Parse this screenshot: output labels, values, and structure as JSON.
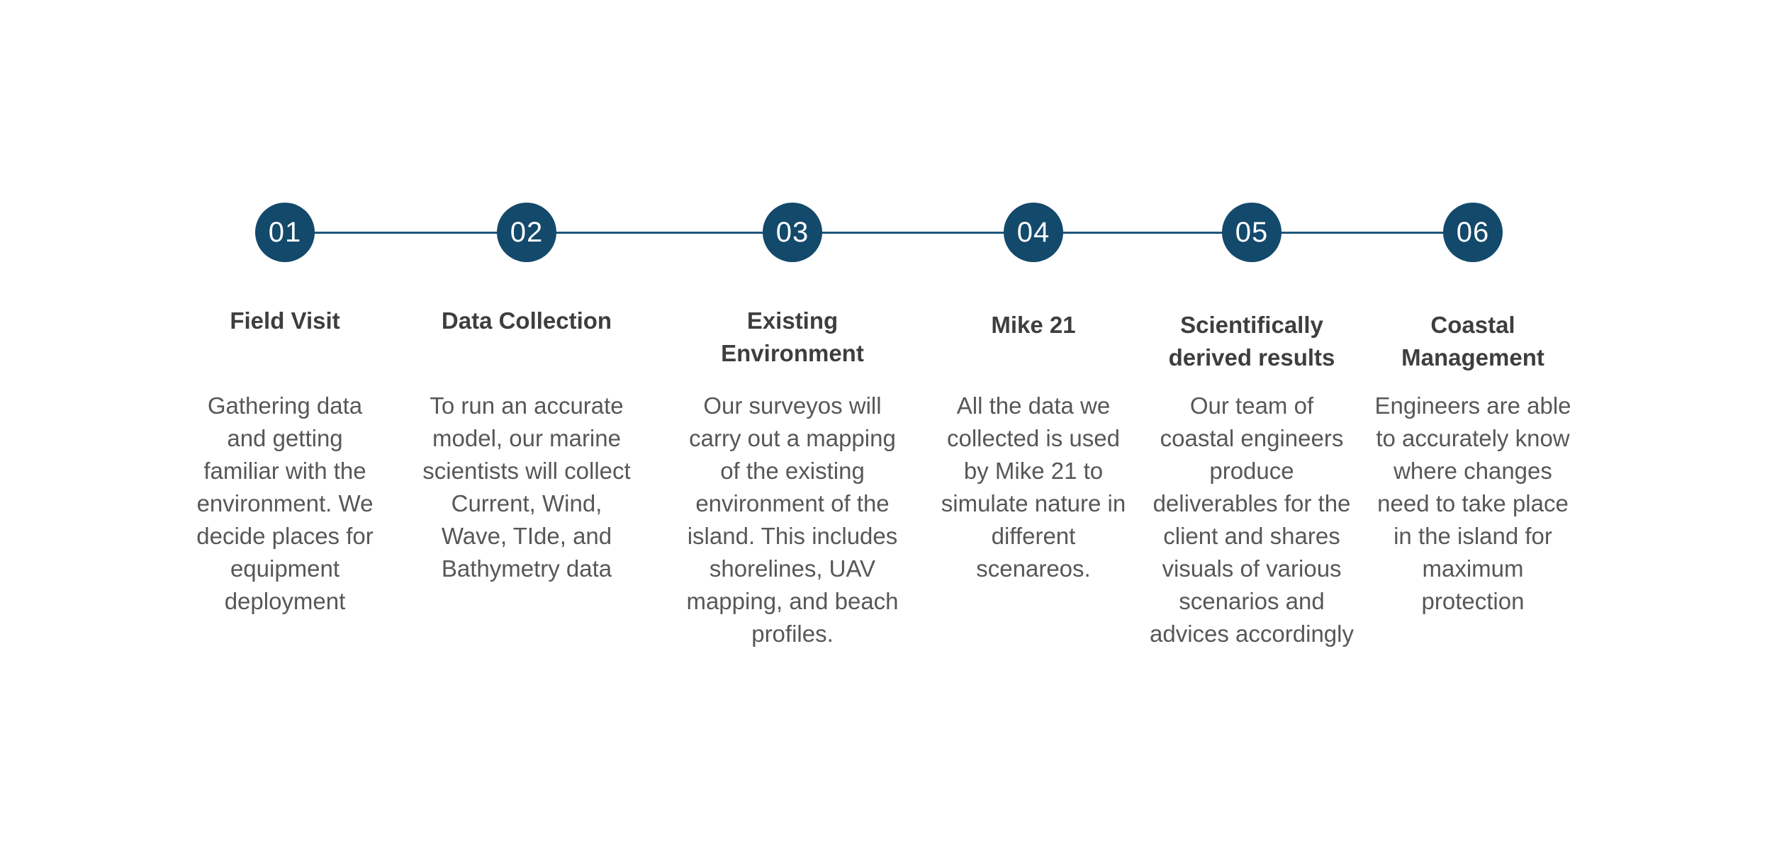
{
  "diagram": {
    "type": "process-timeline",
    "orientation": "horizontal",
    "colors": {
      "circle_fill": "#13496b",
      "connector_line": "#1f567b",
      "number_text": "#ffffff",
      "title_text": "#3e3e40",
      "body_text": "#57575a",
      "background": "#ffffff"
    },
    "steps": [
      {
        "number": "01",
        "title": "Field Visit",
        "description": "Gathering data\nand getting\nfamiliar with the\nenvironment. We\ndecide places for\nequipment\ndeployment"
      },
      {
        "number": "02",
        "title": "Data Collection",
        "description": "To run an accurate\nmodel, our marine\nscientists will collect\nCurrent, Wind,\nWave, TIde, and\nBathymetry data"
      },
      {
        "number": "03",
        "title": "Existing\nEnvironment",
        "description": "Our surveyos will\ncarry out a mapping\nof the existing\nenvironment of the\nisland. This  includes\nshorelines, UAV\nmapping, and beach\nprofiles."
      },
      {
        "number": "04",
        "title": "Mike 21",
        "description": "All the data we\ncollected is used\nby Mike 21 to\nsimulate nature in\ndifferent\nscenareos."
      },
      {
        "number": "05",
        "title": "Scientifically\nderived results",
        "description": "Our team of\ncoastal engineers\nproduce\ndeliverables for the\nclient and shares\nvisuals of various\nscenarios and\nadvices accordingly"
      },
      {
        "number": "06",
        "title": "Coastal\nManagement",
        "description": "Engineers are able\nto accurately know\nwhere changes\nneed to take place\nin the island for\nmaximum\nprotection"
      }
    ]
  }
}
